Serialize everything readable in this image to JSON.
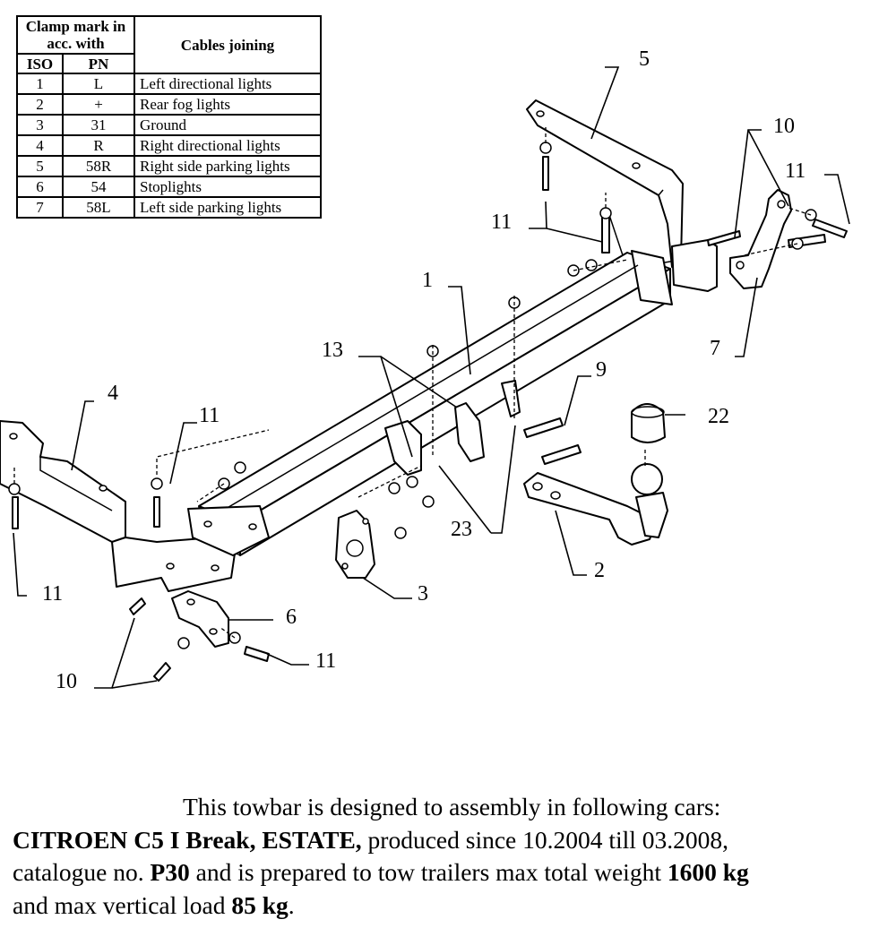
{
  "table": {
    "header_clamp": "Clamp mark in acc. with",
    "header_cables": "Cables joining",
    "header_iso": "ISO",
    "header_pn": "PN",
    "rows": [
      {
        "iso": "1",
        "pn": "L",
        "desc": "Left directional lights"
      },
      {
        "iso": "2",
        "pn": "+",
        "desc": "Rear fog lights"
      },
      {
        "iso": "3",
        "pn": "31",
        "desc": "Ground"
      },
      {
        "iso": "4",
        "pn": "R",
        "desc": "Right directional lights"
      },
      {
        "iso": "5",
        "pn": "58R",
        "desc": "Right side parking lights"
      },
      {
        "iso": "6",
        "pn": "54",
        "desc": "Stoplights"
      },
      {
        "iso": "7",
        "pn": "58L",
        "desc": "Left side parking lights"
      }
    ]
  },
  "callouts": {
    "n1": "1",
    "n2": "2",
    "n3": "3",
    "n4": "4",
    "n5": "5",
    "n6": "6",
    "n7": "7",
    "n9": "9",
    "n10a": "10",
    "n10b": "10",
    "n11a": "11",
    "n11b": "11",
    "n11c": "11",
    "n11d": "11",
    "n11e": "11",
    "n13": "13",
    "n22": "22",
    "n23": "23"
  },
  "footer": {
    "line1": "This towbar is designed to assembly in following cars:",
    "car_model": "CITROEN C5 I Break, ESTATE,",
    "production": " produced since 10.2004 till 03.2008,",
    "catalogue_prefix": "catalogue no. ",
    "catalogue_no": "P30",
    "tow_text": " and is prepared to tow trailers max total weight ",
    "max_weight": "1600 kg",
    "vertical_prefix": "and max vertical load ",
    "vertical_load": "85 kg",
    "period": "."
  }
}
